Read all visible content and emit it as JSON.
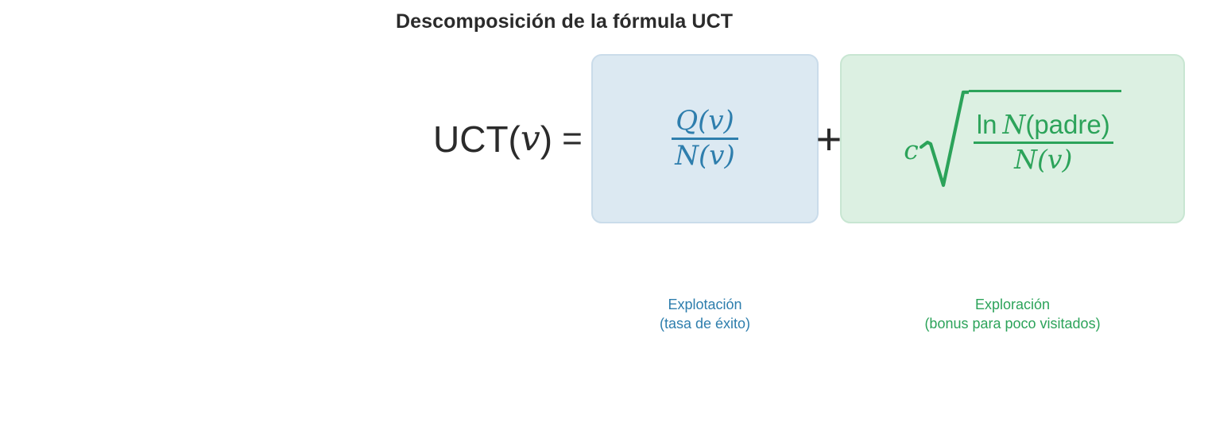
{
  "title": "Descomposición de la fórmula UCT",
  "formula": {
    "lhs": {
      "name": "UCT",
      "open_paren": "(",
      "variable": "v",
      "close_paren": ")",
      "equals": "="
    },
    "operator_plus": "+",
    "exploitation_term": {
      "numerator_fn": "Q",
      "numerator_open": "(",
      "numerator_var": "v",
      "numerator_close": ")",
      "denominator_fn": "N",
      "denominator_open": "(",
      "denominator_var": "v",
      "denominator_close": ")",
      "color": "#2e7ead",
      "background": "#dce9f2"
    },
    "exploration_term": {
      "coefficient": "c",
      "radical": "sqrt-icon",
      "numerator_log": "ln",
      "numerator_fn": "N",
      "numerator_arg": "(padre)",
      "denominator_fn": "N",
      "denominator_open": "(",
      "denominator_var": "v",
      "denominator_close": ")",
      "color": "#2ca35a",
      "background": "#dcf0e2"
    }
  },
  "captions": {
    "exploitation": {
      "line1": "Explotación",
      "line2": "(tasa de éxito)"
    },
    "exploration": {
      "line1": "Exploración",
      "line2": "(bonus para poco visitados)"
    }
  }
}
